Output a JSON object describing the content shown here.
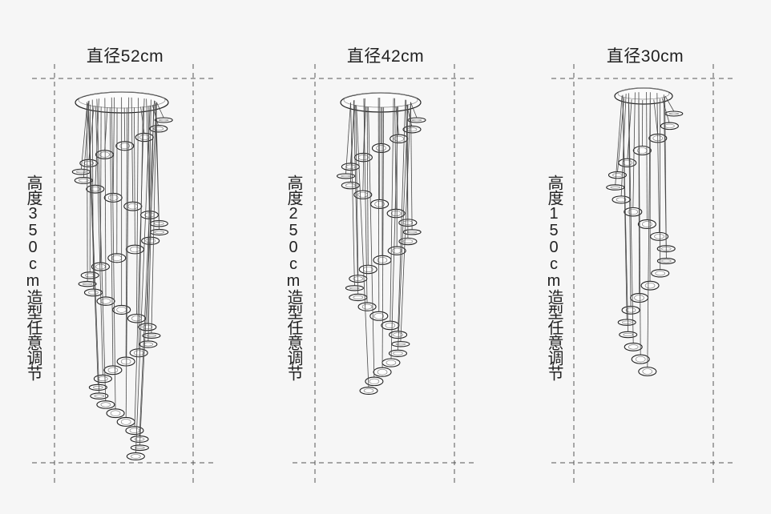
{
  "colors": {
    "background": "#f6f6f6",
    "line": "#222222",
    "dash": "#555555"
  },
  "products": [
    {
      "diameter_label": "直径52cm",
      "height_label": "高度350cm造型任意调节",
      "diameter_cm": 52,
      "height_cm": 350
    },
    {
      "diameter_label": "直径42cm",
      "height_label": "高度250cm造型任意调节",
      "diameter_cm": 42,
      "height_cm": 250
    },
    {
      "diameter_label": "直径30cm",
      "height_label": "高度150cm造型任意调节",
      "diameter_cm": 30,
      "height_cm": 150
    }
  ]
}
